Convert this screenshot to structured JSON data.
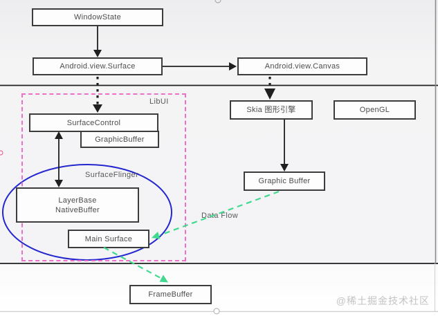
{
  "diagram": {
    "title_context": "Android graphics pipeline diagram",
    "nodes": {
      "window_state": "WindowState",
      "android_view_surface": "Android.view.Surface",
      "android_view_canvas": "Android.view.Canvas",
      "surface_control": "SurfaceControl",
      "graphic_buffer_inner": "GraphicBuffer",
      "layer_base_line1": "LayerBase",
      "layer_base_line2": "NativeBuffer",
      "main_surface": "Main Surface",
      "skia_engine": "Skia 图形引擎",
      "opengl": "OpenGL",
      "graphic_buffer": "Graphic Buffer",
      "frame_buffer": "FrameBuffer"
    },
    "labels": {
      "libui_group": "LibUI",
      "surface_flinger_group": "SurfaceFlinger",
      "data_flow": "Data Flow"
    },
    "watermark": "@稀土掘金技术社区",
    "colors": {
      "box_border": "#3c3c3c",
      "libui_dashed_border": "#ee6fc9",
      "surface_flinger_ellipse": "#2426cf",
      "data_flow_arrows": "#41d98e",
      "solid_arrows": "#1f1f1f",
      "watermark_text": "#c3c3c3"
    }
  }
}
